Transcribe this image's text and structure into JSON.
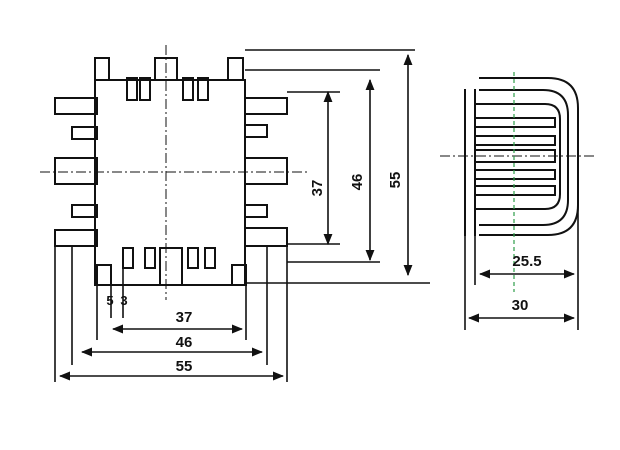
{
  "diagram": {
    "front_view": {
      "horizontal_dims": {
        "d37": "37",
        "d46": "46",
        "d55": "55"
      },
      "vertical_dims": {
        "d37": "37",
        "d46": "46",
        "d55": "55"
      },
      "fin_dims": {
        "a": "5",
        "b": "3"
      }
    },
    "side_view": {
      "dims": {
        "d25_5": "25.5",
        "d30": "30"
      }
    }
  }
}
